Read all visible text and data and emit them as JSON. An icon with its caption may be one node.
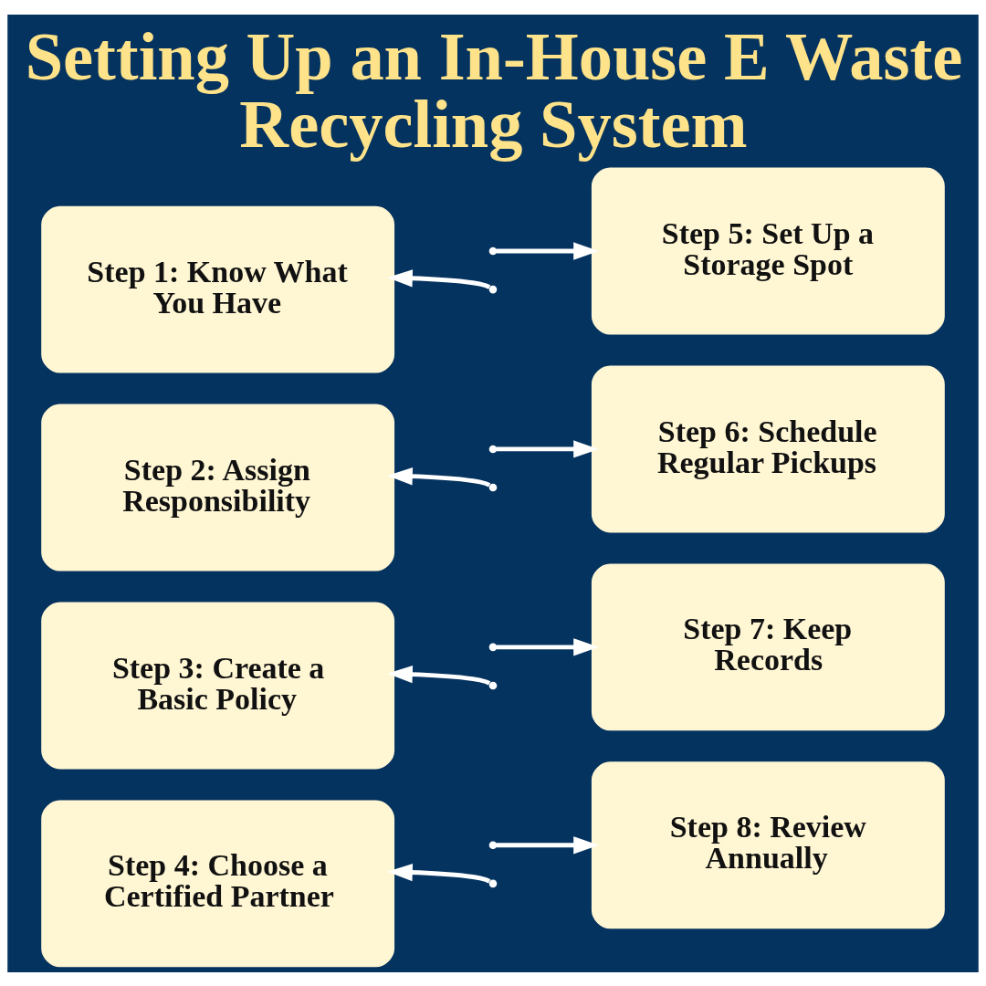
{
  "diagram": {
    "title": "Setting Up an In-House E Waste Recycling System",
    "nodes": [
      {
        "text": [
          "Step 1: Know What You Have"
        ]
      },
      {
        "text": [
          "Step 2: Assign Responsibility"
        ]
      },
      {
        "text": [
          "Step 3: Create a Basic Policy"
        ]
      },
      {
        "text": [
          "Step 4: Choose a Certified Partner"
        ]
      },
      {
        "text": [
          "Step 5: Set Up a Storage Spot"
        ]
      },
      {
        "text": [
          "Step 6: Schedule Regular Pickups"
        ]
      },
      {
        "text": [
          "Step 7: Keep Records"
        ]
      },
      {
        "text": [
          "Step 8: Review Annually"
        ]
      }
    ],
    "edges": [
      {
        "from": null,
        "to": 4,
        "arrow": "to"
      },
      {
        "from": null,
        "to": 0,
        "arrow": "to"
      },
      {
        "from": null,
        "to": 5,
        "arrow": "to"
      },
      {
        "from": null,
        "to": 1,
        "arrow": "to"
      },
      {
        "from": null,
        "to": 6,
        "arrow": "to"
      },
      {
        "from": null,
        "to": 2,
        "arrow": "to"
      },
      {
        "from": null,
        "to": 7,
        "arrow": "to"
      },
      {
        "from": null,
        "to": 3,
        "arrow": "to"
      }
    ]
  }
}
